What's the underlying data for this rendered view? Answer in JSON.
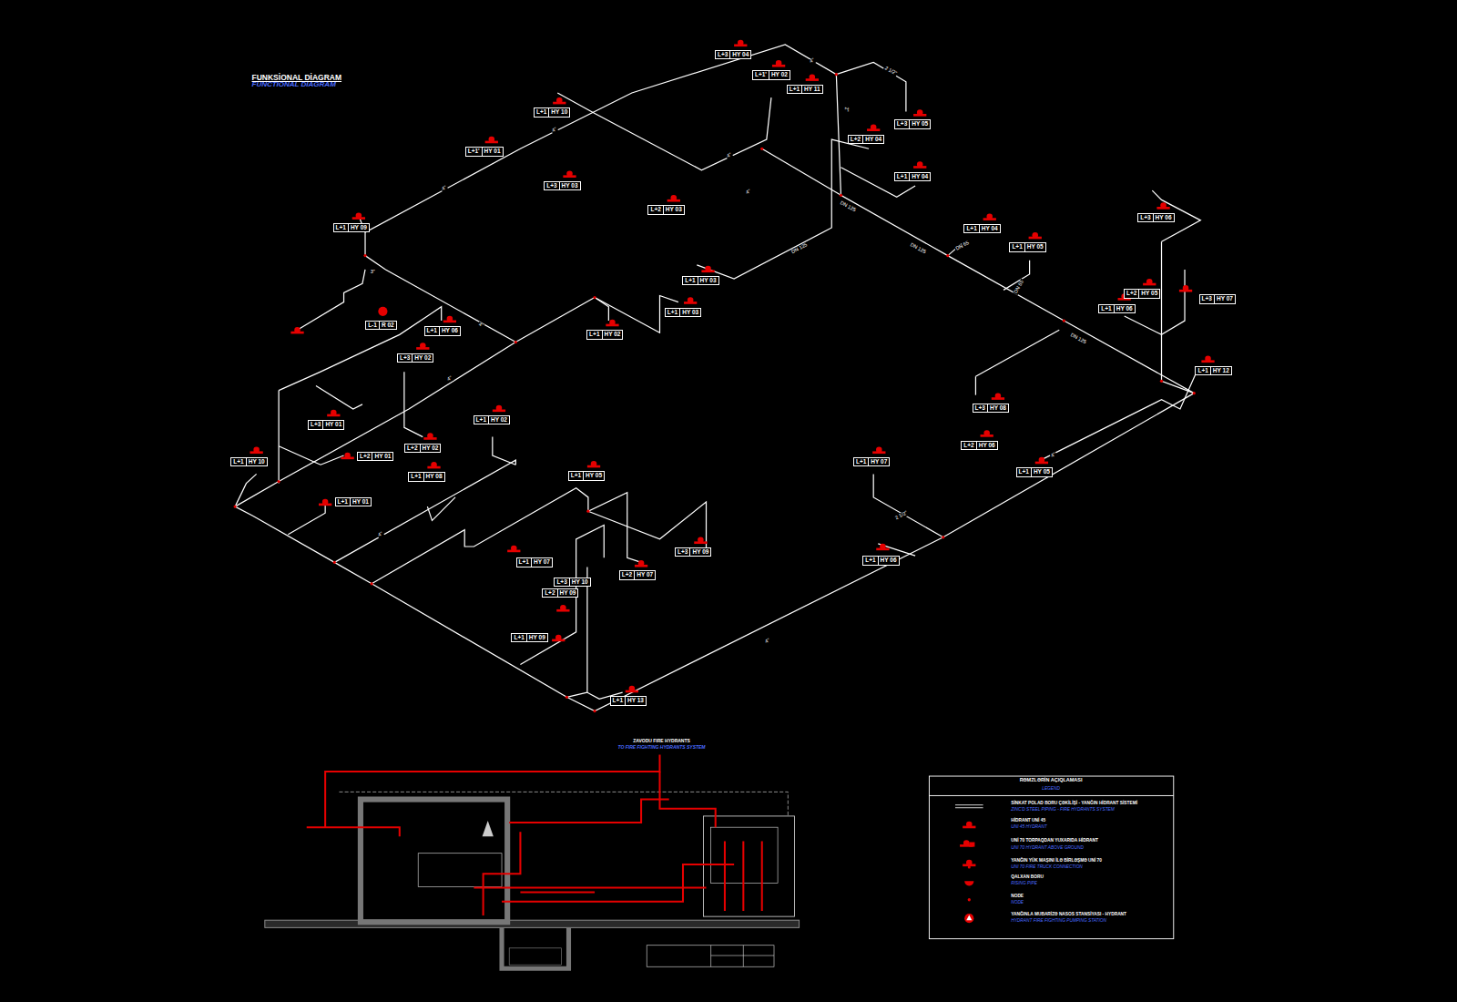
{
  "diagram": {
    "title": "FUNKSİONAL DİAGRAM",
    "nodes": [
      {
        "text": [
          "L+3",
          "HY 04"
        ]
      },
      {
        "text": [
          "L+1'",
          "HY 02"
        ]
      },
      {
        "text": [
          "L+1",
          "HY 11"
        ]
      },
      {
        "text": [
          "L+3",
          "HY 05"
        ]
      },
      {
        "text": [
          "L+1",
          "HY 10"
        ]
      },
      {
        "text": [
          "L+1'",
          "HY 01"
        ]
      },
      {
        "text": [
          "L+3",
          "HY 03"
        ]
      },
      {
        "text": [
          "L+2",
          "HY 04"
        ]
      },
      {
        "text": [
          "L+1",
          "HY 04"
        ]
      },
      {
        "text": [
          "L+2",
          "HY 03"
        ]
      },
      {
        "text": [
          "L+3",
          "HY 06"
        ]
      },
      {
        "text": [
          "L+1",
          "HY 09"
        ]
      },
      {
        "text": [
          "L+1",
          "HY 04"
        ]
      },
      {
        "text": [
          "L+1",
          "HY 05"
        ]
      },
      {
        "text": [
          "L+1",
          "HY 03"
        ]
      },
      {
        "text": [
          "L+2",
          "HY 05"
        ]
      },
      {
        "text": [
          "L+3",
          "HY 07"
        ]
      },
      {
        "text": [
          "L+1",
          "HY 06"
        ]
      },
      {
        "text": [
          "L-1",
          "R 02"
        ]
      },
      {
        "text": [
          "L+1",
          "HY 06"
        ]
      },
      {
        "text": [
          "L+1",
          "HY 02"
        ]
      },
      {
        "text": [
          "L+1",
          "HY 03"
        ]
      },
      {
        "text": [
          "L+3",
          "HY 02"
        ]
      },
      {
        "text": [
          "L+1",
          "HY 12"
        ]
      },
      {
        "text": [
          "L+3",
          "HY 08"
        ]
      },
      {
        "text": [
          "L+1",
          "HY 02"
        ]
      },
      {
        "text": [
          "L+3",
          "HY 01"
        ]
      },
      {
        "text": [
          "L+2",
          "HY 02"
        ]
      },
      {
        "text": [
          "L+2",
          "HY 01"
        ]
      },
      {
        "text": [
          "L+2",
          "HY 06"
        ]
      },
      {
        "text": [
          "L+1",
          "HY 10"
        ]
      },
      {
        "text": [
          "L+1",
          "HY 07"
        ]
      },
      {
        "text": [
          "L+1",
          "HY 05"
        ]
      },
      {
        "text": [
          "L+1",
          "HY 08"
        ]
      },
      {
        "text": [
          "L+1",
          "HY 05"
        ]
      },
      {
        "text": [
          "L+1",
          "HY 01"
        ]
      },
      {
        "text": [
          "L+3",
          "HY 09"
        ]
      },
      {
        "text": [
          "L+1",
          "HY 07"
        ]
      },
      {
        "text": [
          "L+2",
          "HY 07"
        ]
      },
      {
        "text": [
          "L+1",
          "HY 06"
        ]
      },
      {
        "text": [
          "L+3",
          "HY 10"
        ]
      },
      {
        "text": [
          "L+2",
          "HY 09"
        ]
      },
      {
        "text": [
          "L+1",
          "HY 09"
        ]
      },
      {
        "text": [
          "L+1",
          "HY 13"
        ]
      }
    ],
    "labels": [
      "FUNCTIONAL DIAGRAM",
      "4\"",
      "2 1/2\"",
      "2\"",
      "4\"",
      "4\"",
      "4\"",
      "DN 125",
      "DN 125",
      "DN 125",
      "DN 65",
      "DN 65",
      "DN 125",
      "4\"",
      "3\"",
      "4\"",
      "4\"",
      "4\"",
      "4\"",
      "4\"",
      "2 1/2\"",
      "ZAVODU FIRE HYDRANTS",
      "TO FIRE FIGHTING HYDRANTS SYSTEM",
      "RƏMZLƏRİN AÇIQLAMASI",
      "LEGEND",
      "ZINC'D STEEL PIPING - FIRE HYDRANTS SYSTEM",
      "UNI 45 HYDRANT",
      "UNI 70 HYDRANT ABOVE GROUND",
      "UNI 70 FIRE TRUCK CONNECTION",
      "RISING PIPE",
      "NODE",
      "HYDRANT FIRE FIGHTING PUMPING STATION"
    ],
    "legend": [
      {
        "text": "SİNKAT POLAD BORU ÇƏKİLİŞİ - YANĞIN HİDRANT SİSTEMİ"
      },
      {
        "text": "HİDRANT UNİ 45"
      },
      {
        "text": "UNİ 70 TORPAQDAN YUXARIDA HİDRANT"
      },
      {
        "text": "YANĞIN YÜK MAŞINI İLƏ BİRLƏŞMƏ UNİ 70"
      },
      {
        "text": "QALXAN BORU"
      },
      {
        "text": "NODE"
      },
      {
        "text": "YANĞINLA MUBARİZƏ NASOS STANSİYASI - HYDRANT"
      }
    ]
  }
}
